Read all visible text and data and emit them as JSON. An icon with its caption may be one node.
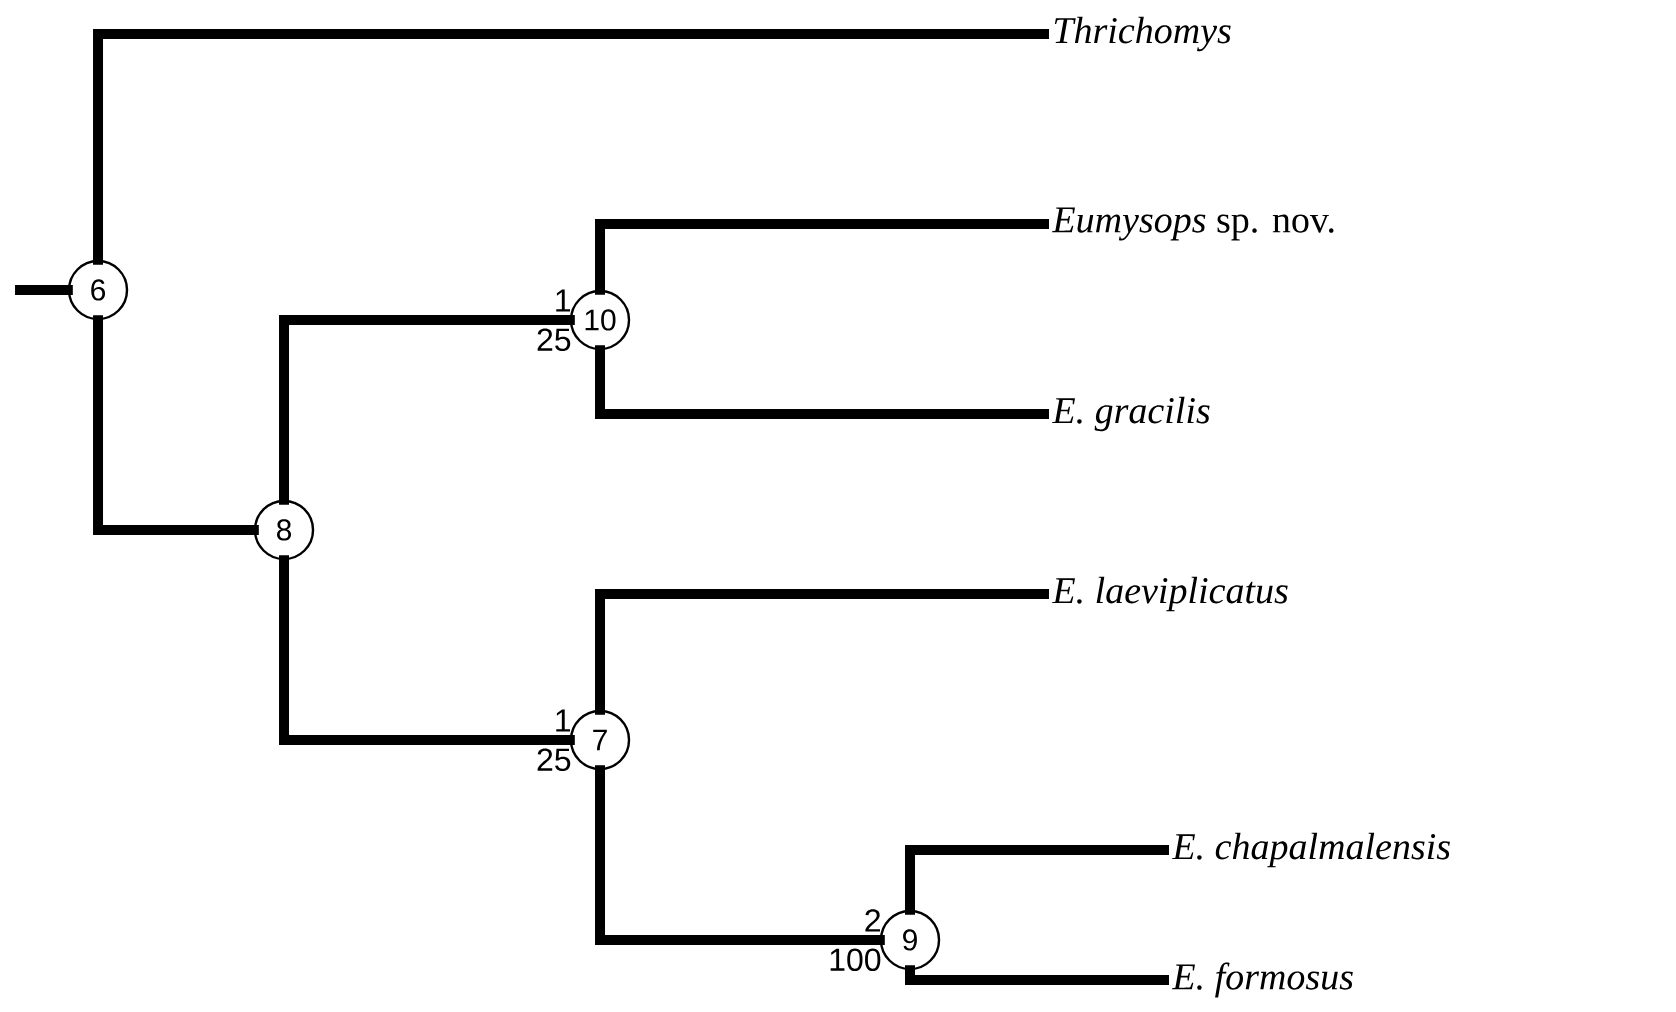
{
  "diagram": {
    "nodes": [
      {
        "text": [
          "6"
        ]
      },
      {
        "text": [
          "Thrichomys"
        ]
      },
      {
        "text": [
          "8"
        ]
      },
      {
        "text": [
          "10"
        ],
        "beside": [
          "1",
          "25"
        ]
      },
      {
        "text": [
          "*Eumysops* sp. nov."
        ]
      },
      {
        "text": [
          "E. gracilis"
        ]
      },
      {
        "text": [
          "7"
        ],
        "beside": [
          "1",
          "25"
        ]
      },
      {
        "text": [
          "E. laeviplicatus"
        ]
      },
      {
        "text": [
          "9"
        ],
        "beside": [
          "2",
          "100"
        ]
      },
      {
        "text": [
          "E. chapalmalensis"
        ]
      },
      {
        "text": [
          "E. formosus"
        ]
      }
    ],
    "edges": [
      {
        "from": null,
        "to": 0,
        "arrow": "none"
      },
      {
        "from": 0,
        "to": 1,
        "arrow": "none"
      },
      {
        "from": 0,
        "to": 2,
        "arrow": "none"
      },
      {
        "from": 2,
        "to": 3,
        "arrow": "none"
      },
      {
        "from": 3,
        "to": 4,
        "arrow": "none"
      },
      {
        "from": 3,
        "to": 5,
        "arrow": "none"
      },
      {
        "from": 2,
        "to": 6,
        "arrow": "none"
      },
      {
        "from": 6,
        "to": 7,
        "arrow": "none"
      },
      {
        "from": 6,
        "to": 8,
        "arrow": "none"
      },
      {
        "from": 8,
        "to": 9,
        "arrow": "none"
      },
      {
        "from": 8,
        "to": 10,
        "arrow": "none"
      }
    ]
  }
}
